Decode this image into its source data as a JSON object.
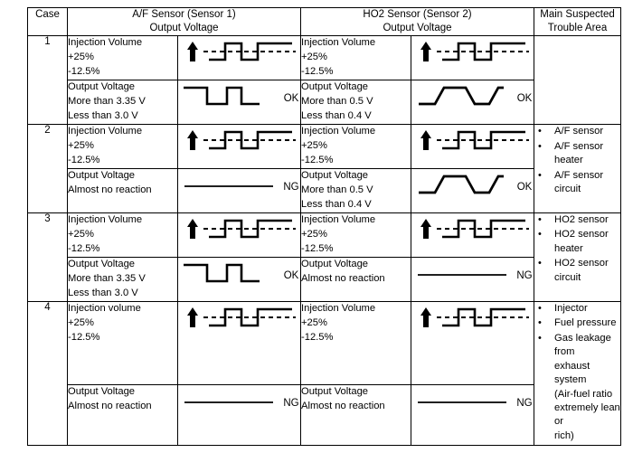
{
  "table": {
    "headers": {
      "case": "Case",
      "af_line1": "A/F Sensor (Sensor 1)",
      "af_line2": "Output Voltage",
      "ho2_line1": "HO2 Sensor (Sensor 2)",
      "ho2_line2": "Output Voltage",
      "trouble_line1": "Main Suspected",
      "trouble_line2": "Trouble Area"
    },
    "labels": {
      "injection_volume": "Injection Volume",
      "injection_volume_lc": "Injection volume",
      "plus_25": "+25%",
      "minus_125": "-12.5%",
      "output_voltage": "Output Voltage",
      "af_more_than": "More than 3.35 V",
      "af_less_than": "Less than 3.0 V",
      "ho2_more_than": "More than 0.5 V",
      "ho2_less_than": "Less than 0.4 V",
      "no_reaction": "Almost no reaction",
      "ok": "OK",
      "ng": "NG"
    },
    "cases": [
      {
        "number": "1",
        "af": {
          "injection_title": "Injection Volume",
          "injection_l2": "+25%",
          "injection_l3": "-12.5%",
          "injection_wave": "square-wave-with-reference",
          "output_title": "Output Voltage",
          "output_l2": "More than 3.35 V",
          "output_l3": "Less than 3.0 V",
          "output_wave": "af-square-wave",
          "output_mark": "OK"
        },
        "ho2": {
          "injection_title": "Injection Volume",
          "injection_l2": "+25%",
          "injection_l3": "-12.5%",
          "injection_wave": "square-wave-with-reference",
          "output_title": "Output Voltage",
          "output_l2": "More than 0.5 V",
          "output_l3": "Less than 0.4 V",
          "output_wave": "ho2-trapezoid-wave",
          "output_mark": "OK"
        },
        "trouble": []
      },
      {
        "number": "2",
        "af": {
          "injection_title": "Injection Volume",
          "injection_l2": "+25%",
          "injection_l3": "-12.5%",
          "injection_wave": "square-wave-with-reference",
          "output_title": "Output Voltage",
          "output_l2": "Almost no reaction",
          "output_l3": "",
          "output_wave": "flat-line",
          "output_mark": "NG"
        },
        "ho2": {
          "injection_title": "Injection Volume",
          "injection_l2": "+25%",
          "injection_l3": "-12.5%",
          "injection_wave": "square-wave-with-reference",
          "output_title": "Output Voltage",
          "output_l2": "More than 0.5 V",
          "output_l3": "Less than 0.4 V",
          "output_wave": "ho2-trapezoid-wave",
          "output_mark": "OK"
        },
        "trouble": [
          {
            "text": "A/F sensor",
            "cont": ""
          },
          {
            "text": "A/F sensor heater",
            "cont": ""
          },
          {
            "text": "A/F sensor circuit",
            "cont": ""
          }
        ]
      },
      {
        "number": "3",
        "af": {
          "injection_title": "Injection Volume",
          "injection_l2": "+25%",
          "injection_l3": "-12.5%",
          "injection_wave": "square-wave-with-reference",
          "output_title": "Output Voltage",
          "output_l2": "More than 3.35 V",
          "output_l3": "Less than 3.0 V",
          "output_wave": "af-square-wave",
          "output_mark": "OK"
        },
        "ho2": {
          "injection_title": "Injection Volume",
          "injection_l2": "+25%",
          "injection_l3": "-12.5%",
          "injection_wave": "square-wave-with-reference",
          "output_title": "Output Voltage",
          "output_l2": "Almost no reaction",
          "output_l3": "",
          "output_wave": "flat-line",
          "output_mark": "NG"
        },
        "trouble": [
          {
            "text": "HO2 sensor",
            "cont": ""
          },
          {
            "text": "HO2 sensor heater",
            "cont": ""
          },
          {
            "text": "HO2 sensor circuit",
            "cont": ""
          }
        ]
      },
      {
        "number": "4",
        "af": {
          "injection_title": "Injection volume",
          "injection_l2": "+25%",
          "injection_l3": "-12.5%",
          "injection_wave": "square-wave-with-reference",
          "output_title": "Output Voltage",
          "output_l2": "Almost no reaction",
          "output_l3": "",
          "output_wave": "flat-line",
          "output_mark": "NG"
        },
        "ho2": {
          "injection_title": "Injection Volume",
          "injection_l2": "+25%",
          "injection_l3": "-12.5%",
          "injection_wave": "square-wave-with-reference",
          "output_title": "Output Voltage",
          "output_l2": "Almost no reaction",
          "output_l3": "",
          "output_wave": "flat-line",
          "output_mark": "NG"
        },
        "trouble": [
          {
            "text": "Injector",
            "cont": ""
          },
          {
            "text": "Fuel pressure",
            "cont": ""
          },
          {
            "text": "Gas leakage from",
            "cont": "exhaust system\n(Air-fuel ratio\nextremely lean or\nrich)"
          }
        ]
      }
    ]
  },
  "colors": {
    "ink": "#000000",
    "paper": "#ffffff"
  }
}
